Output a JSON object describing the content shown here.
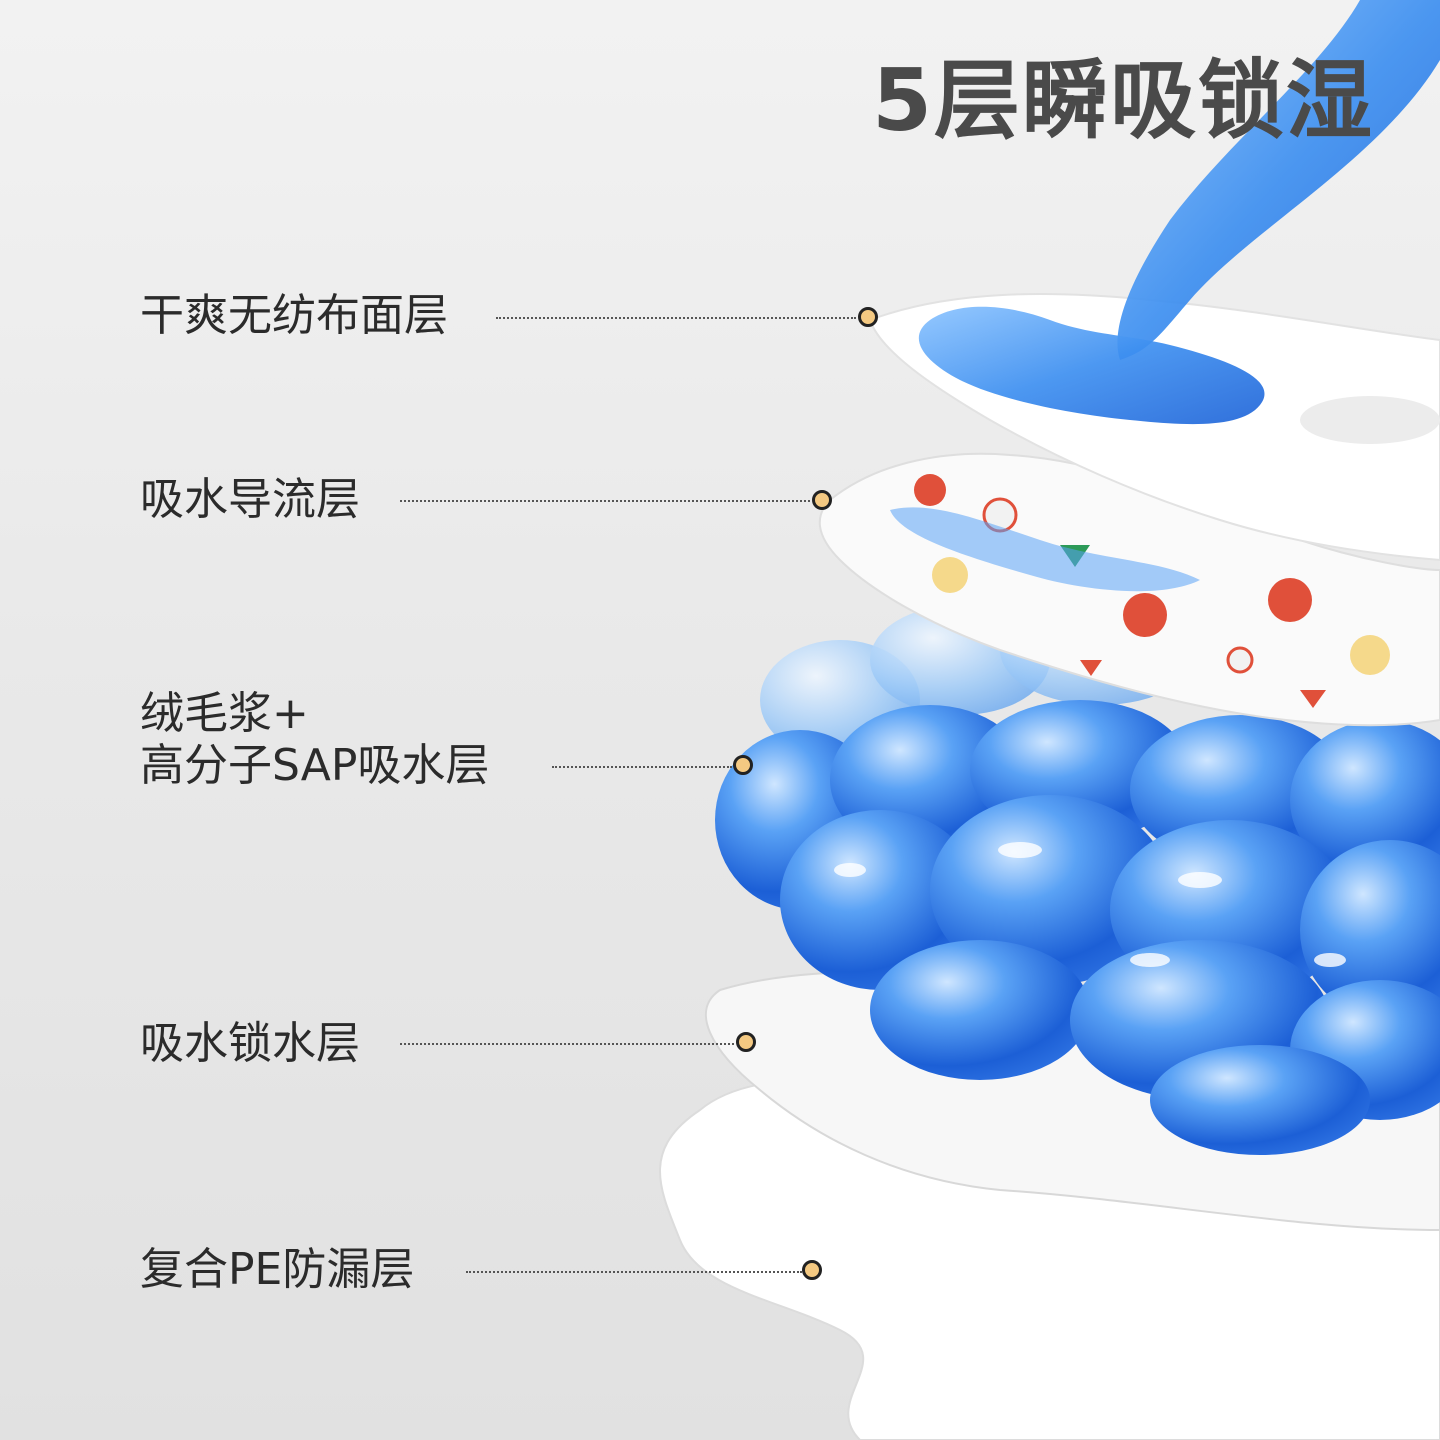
{
  "title": "5层瞬吸锁湿",
  "layers": [
    {
      "label": "干爽无纺布面层"
    },
    {
      "label": "吸水导流层"
    },
    {
      "label_line1": "绒毛浆+",
      "label_line2": "高分子SAP吸水层"
    },
    {
      "label": "吸水锁水层"
    },
    {
      "label": "复合PE防漏层"
    }
  ],
  "colors": {
    "accent_dot": "#f4c982",
    "liquid_blue": "#3b8ff0",
    "text": "#2b2b2b",
    "title": "#4a4a4a"
  }
}
